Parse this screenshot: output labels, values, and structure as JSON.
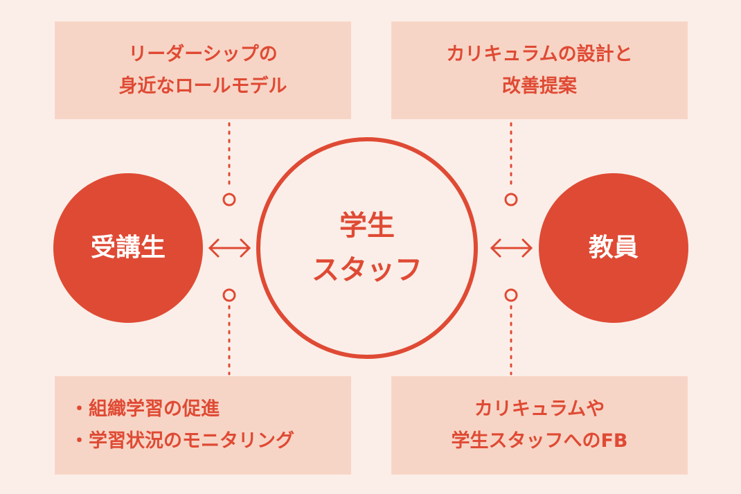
{
  "colors": {
    "background": "#fbeee8",
    "box": "#f7d5c6",
    "accent": "#df4a34"
  },
  "center": {
    "line1": "学生",
    "line2": "スタッフ"
  },
  "left_node": {
    "label": "受講生"
  },
  "right_node": {
    "label": "教員"
  },
  "top_left_box": {
    "line1": "リーダーシップの",
    "line2": "身近なロールモデル"
  },
  "top_right_box": {
    "line1": "カリキュラムの設計と",
    "line2": "改善提案"
  },
  "bottom_left_box": {
    "items": [
      "・組織学習の促進",
      "・学習状況のモニタリング"
    ]
  },
  "bottom_right_box": {
    "line1": "カリキュラムや",
    "line2": "学生スタッフへのFB"
  }
}
